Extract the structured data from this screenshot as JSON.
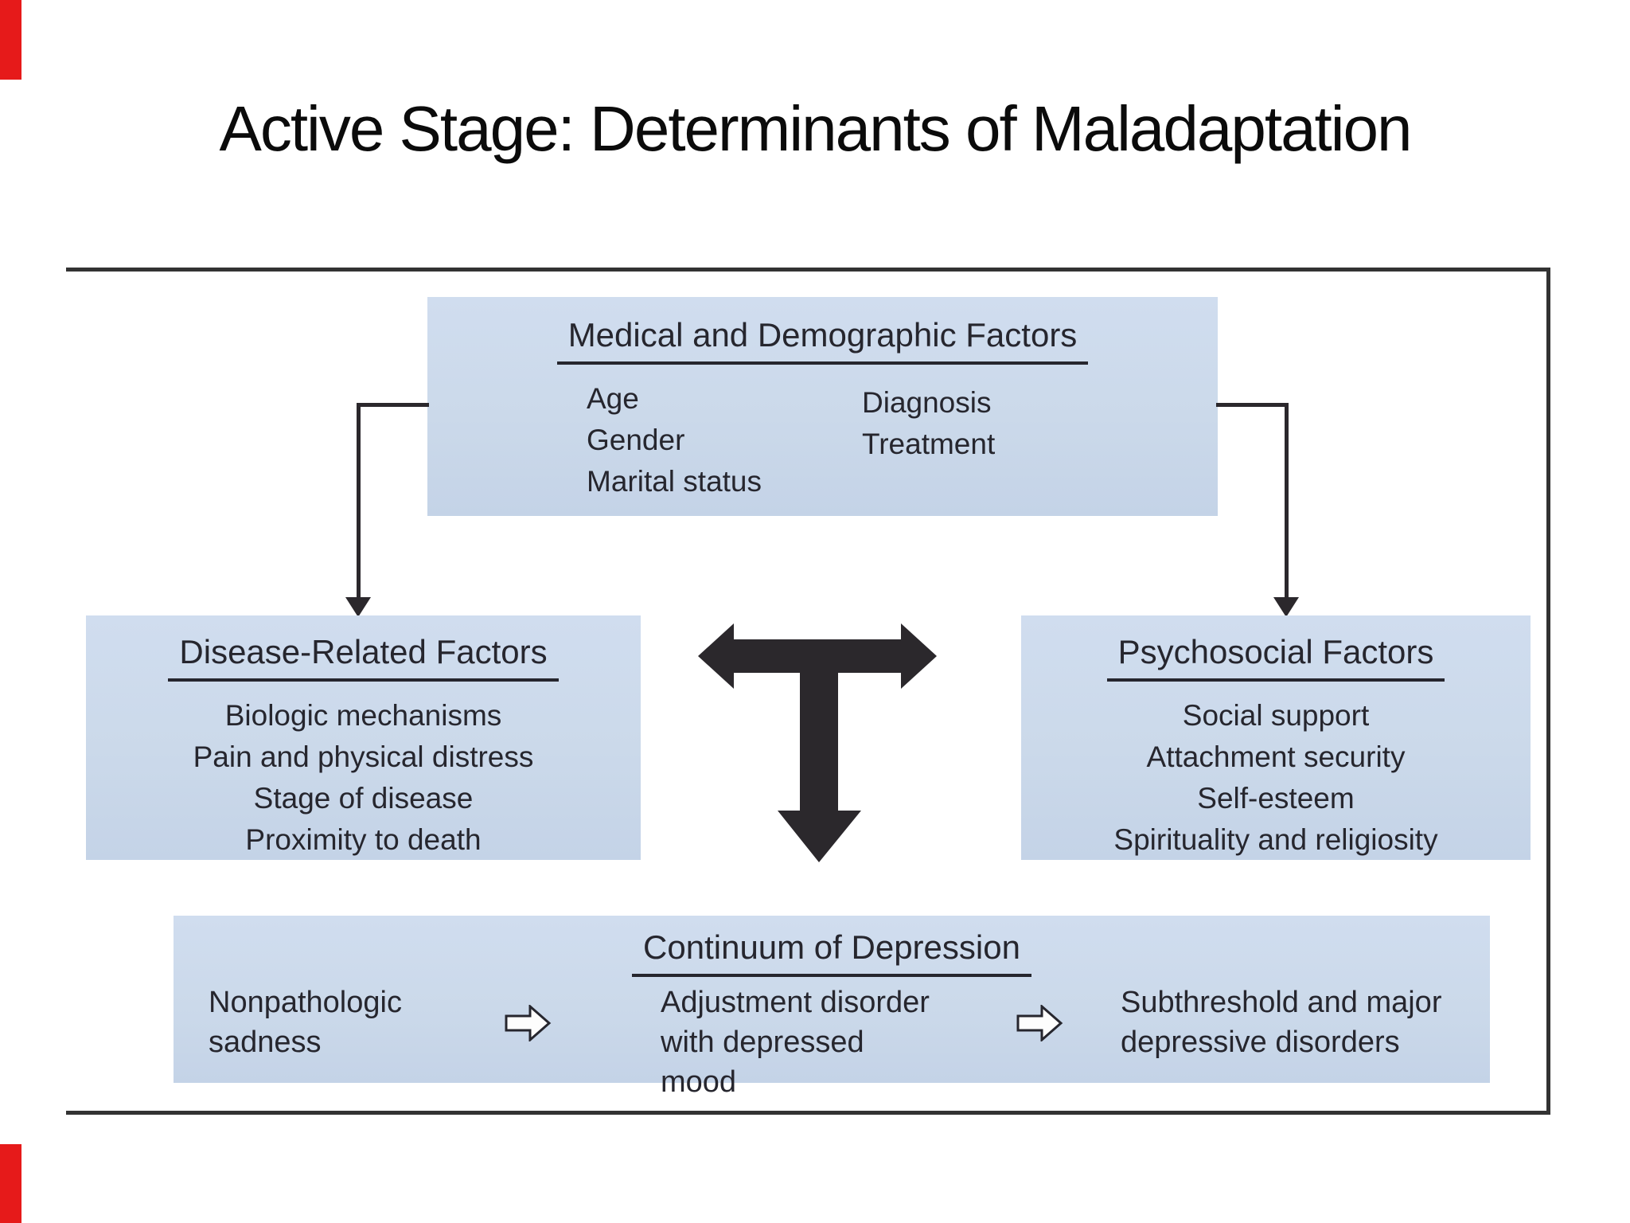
{
  "slide": {
    "title": "Active Stage: Determinants of Maladaptation"
  },
  "colors": {
    "box_fill": "#cbd9ea",
    "box_text": "#26262e",
    "arrow": "#2b282c",
    "frame_border": "#333333",
    "red_bar": "#e61a1a",
    "background": "#ffffff"
  },
  "icons": {
    "t_junction": "t-junction-arrow-icon (left, right and down solid arrow)",
    "flow": "hollow-right-arrow-icon",
    "connectors": "elbow-down-arrow-icon"
  },
  "boxes": {
    "medical": {
      "heading": "Medical and Demographic Factors",
      "left_items": [
        "Age",
        "Gender",
        "Marital status"
      ],
      "right_items": [
        "Diagnosis",
        "Treatment"
      ]
    },
    "disease": {
      "heading": "Disease-Related Factors",
      "items": [
        "Biologic mechanisms",
        "Pain and physical distress",
        "Stage of disease",
        "Proximity to death"
      ]
    },
    "psychosocial": {
      "heading": "Psychosocial Factors",
      "items": [
        "Social support",
        "Attachment security",
        "Self-esteem",
        "Spirituality and religiosity"
      ]
    },
    "continuum": {
      "heading": "Continuum of Depression",
      "stages": [
        "Nonpathologic sadness",
        "Adjustment disorder with depressed mood",
        "Subthreshold and major depressive disorders"
      ]
    }
  }
}
